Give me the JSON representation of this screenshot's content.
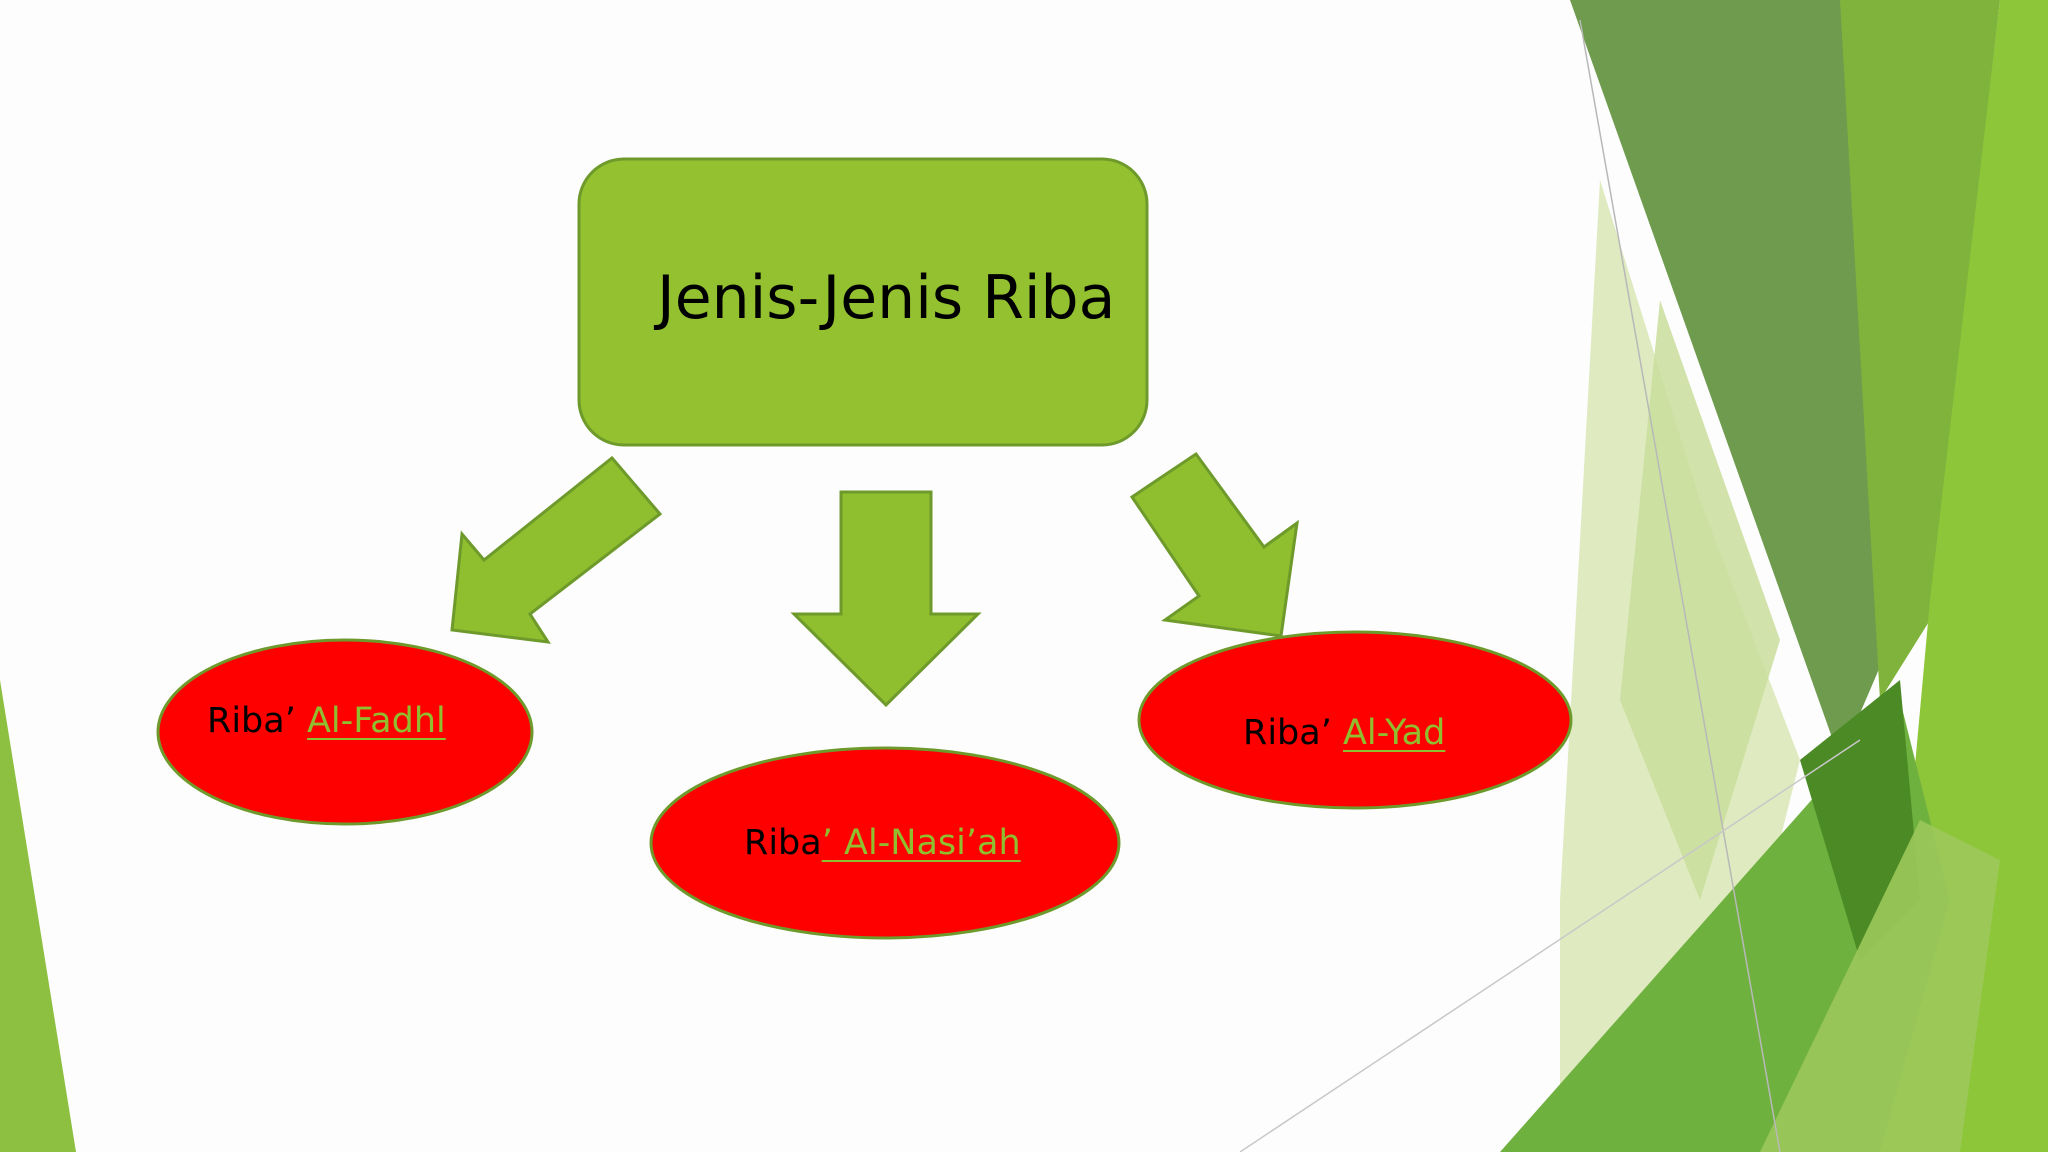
{
  "slide": {
    "title": "Jenis-Jenis Riba",
    "nodes": [
      {
        "prefix": "Riba’ ",
        "link": "Al-Fadhl"
      },
      {
        "prefix": "Riba",
        "link_underlined_apostrophe": "’",
        "space": " ",
        "link": "Al-Nasi’ah"
      },
      {
        "prefix": "Riba’ ",
        "link": "Al-Yad"
      }
    ]
  },
  "colors": {
    "box_fill": "#93c12f",
    "box_border": "#6e9a2c",
    "oval_fill": "#ff0000",
    "link_text": "#8fbe2e",
    "arrow_fill": "#8fbe2e"
  }
}
